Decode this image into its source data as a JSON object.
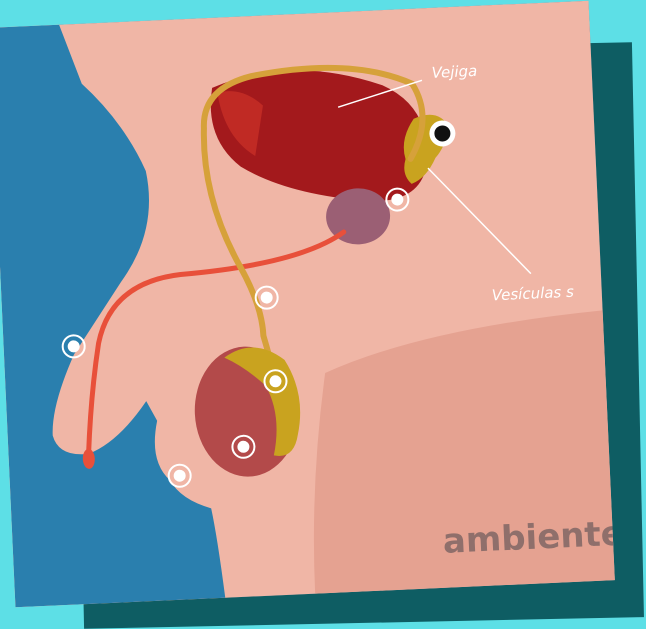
{
  "diagram": {
    "labels": {
      "bladder": "Vejiga",
      "seminal_vesicles": "Vesículas s"
    },
    "watermark": "ambientec"
  },
  "colors": {
    "background": "#5ddfe6",
    "back_card": "#0e5d63",
    "skin": "#f0b6a6",
    "bladder": "#a3191c",
    "duct": "#d6a13a",
    "urethra": "#e8503a",
    "testis": "#b34a4a",
    "prostate": "#9b5f74"
  },
  "hotspots": [
    {
      "id": "hotspot-1",
      "style": "white"
    },
    {
      "id": "hotspot-2",
      "style": "white"
    },
    {
      "id": "hotspot-3",
      "style": "white"
    },
    {
      "id": "hotspot-4",
      "style": "white"
    },
    {
      "id": "hotspot-5",
      "style": "white"
    },
    {
      "id": "hotspot-6",
      "style": "white"
    },
    {
      "id": "hotspot-7",
      "style": "black"
    }
  ]
}
